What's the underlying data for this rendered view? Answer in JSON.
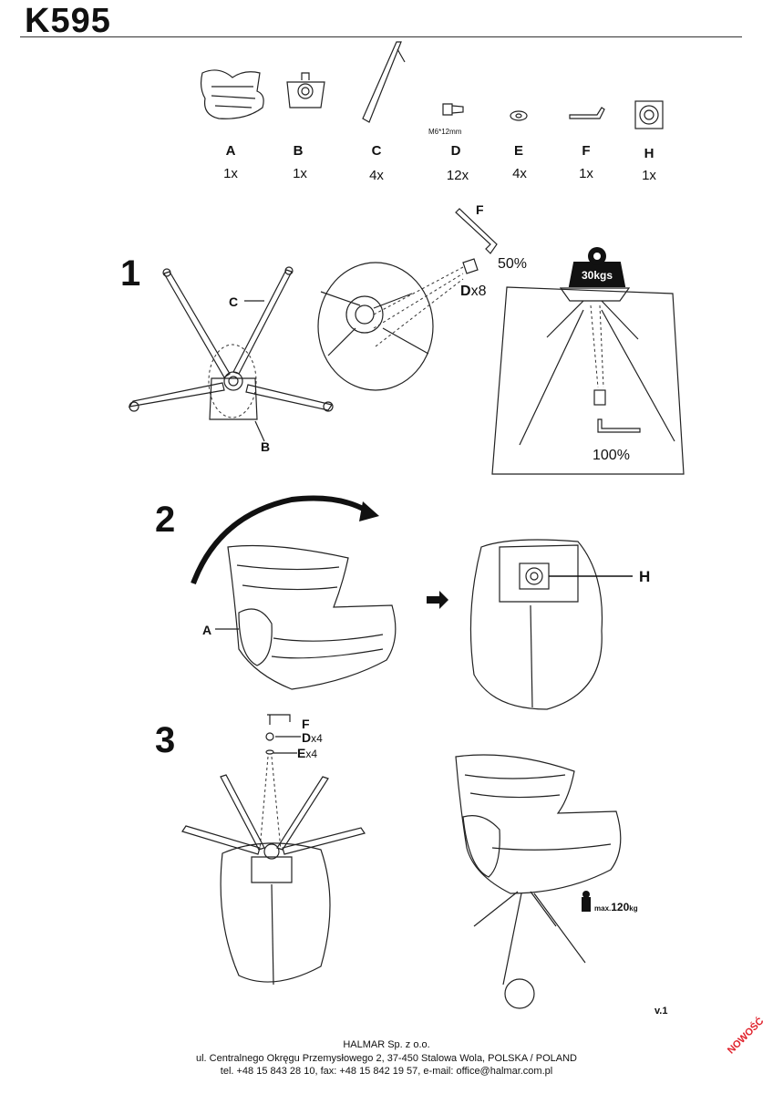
{
  "title": "K595",
  "parts": [
    {
      "letter": "A",
      "qty": "1x"
    },
    {
      "letter": "B",
      "qty": "1x"
    },
    {
      "letter": "C",
      "qty": "4x"
    },
    {
      "letter": "D",
      "qty": "12x"
    },
    {
      "letter": "E",
      "qty": "4x"
    },
    {
      "letter": "F",
      "qty": "1x"
    },
    {
      "letter": "H",
      "qty": "1x"
    }
  ],
  "bolt_size": "M6*12mm",
  "steps": {
    "s1": "1",
    "s2": "2",
    "s3": "3"
  },
  "step1": {
    "label_c": "C",
    "label_b": "B",
    "label_f": "F",
    "label_d": "D",
    "d_qty": "x8",
    "pct_half": "50%",
    "weight": "30kgs",
    "pct_full": "100%"
  },
  "step2": {
    "label_a": "A",
    "label_h": "H"
  },
  "step3": {
    "label_f": "F",
    "label_d": "D",
    "d_qty": "x4",
    "label_e": "E",
    "e_qty": "x4",
    "max_prefix": "max.",
    "max_value": "120",
    "max_unit": "kg"
  },
  "version": "v.1",
  "footer": {
    "line1": "HALMAR Sp. z o.o.",
    "line2": "ul. Centralnego Okręgu Przemysłowego 2, 37-450 Stalowa Wola, POLSKA / POLAND",
    "line3": "tel. +48 15 843 28 10, fax: +48 15 842 19 57, e-mail: office@halmar.com.pl"
  },
  "stamp": "NOWOŚĆ"
}
